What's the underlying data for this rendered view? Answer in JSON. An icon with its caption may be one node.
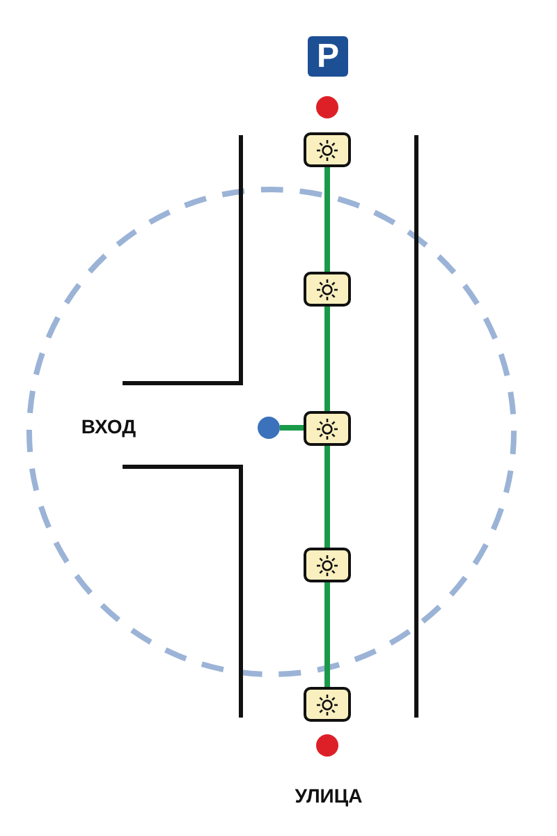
{
  "diagram": {
    "nodes": [
      {
        "text": [
          "P"
        ]
      },
      {
        "text": [],
        "shape": "circle"
      },
      {
        "text": [],
        "shape": "box"
      },
      {
        "text": [],
        "shape": "box"
      },
      {
        "text": [],
        "shape": "box"
      },
      {
        "text": [],
        "shape": "box"
      },
      {
        "text": [],
        "shape": "box"
      },
      {
        "text": [],
        "shape": "circle"
      },
      {
        "text": [],
        "shape": "circle"
      }
    ],
    "edges": [
      {
        "from": 2,
        "to": 3,
        "arrow": "none"
      },
      {
        "from": 3,
        "to": 4,
        "arrow": "none"
      },
      {
        "from": 4,
        "to": 5,
        "arrow": "none"
      },
      {
        "from": 5,
        "to": 6,
        "arrow": "none"
      },
      {
        "from": 7,
        "to": 4,
        "arrow": "none"
      }
    ],
    "labels": [
      "ВХОД",
      "УЛИЦА"
    ]
  }
}
